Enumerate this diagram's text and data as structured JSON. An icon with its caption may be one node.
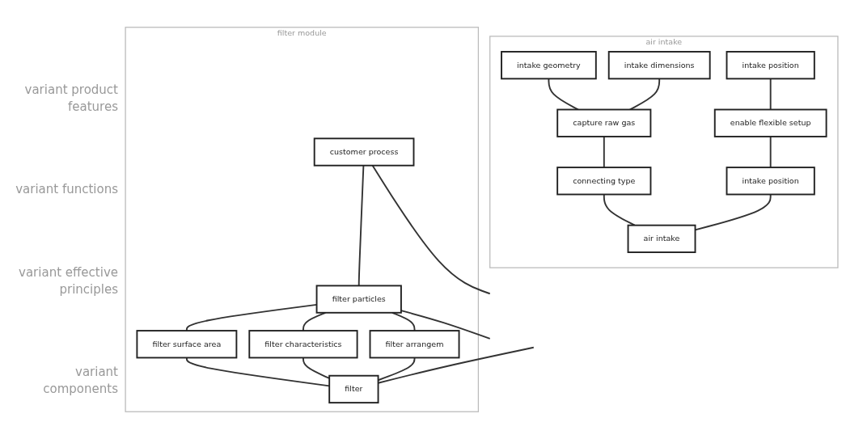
{
  "diagram": {
    "nodes": [
      {
        "text": [
          "air intake"
        ]
      },
      {
        "text": [
          "intake geometry"
        ],
        "in": 0
      },
      {
        "text": [
          "intake dimensions"
        ],
        "in": 0
      },
      {
        "text": [
          "intake position"
        ],
        "in": 0
      },
      {
        "text": [
          "capture raw gas"
        ],
        "in": 0
      },
      {
        "text": [
          "enable flexible setup"
        ],
        "in": 0
      },
      {
        "text": [
          "connecting type"
        ],
        "in": 0
      },
      {
        "text": [
          "intake position"
        ],
        "in": 0
      },
      {
        "text": [
          "air intake"
        ],
        "in": 0
      },
      {
        "text": [
          "filter module"
        ]
      },
      {
        "text": [
          "customer process"
        ],
        "in": 9
      },
      {
        "text": [
          "filter particles"
        ],
        "in": 9
      },
      {
        "text": [
          "filter surface area"
        ],
        "in": 9
      },
      {
        "text": [
          "filter characteristics"
        ],
        "in": 9
      },
      {
        "text": [
          "filter arrangem"
        ],
        "in": 9
      },
      {
        "text": [
          "filter"
        ],
        "in": 9
      }
    ],
    "edges": [
      {
        "from": 1,
        "to": 4,
        "arrow": "none"
      },
      {
        "from": 2,
        "to": 4,
        "arrow": "none"
      },
      {
        "from": 3,
        "to": 5,
        "arrow": "none"
      },
      {
        "from": 4,
        "to": 6,
        "arrow": "none"
      },
      {
        "from": 5,
        "to": 7,
        "arrow": "none"
      },
      {
        "from": 6,
        "to": 8,
        "arrow": "none"
      },
      {
        "from": 7,
        "to": 8,
        "arrow": "none"
      },
      {
        "from": 10,
        "to": 11,
        "arrow": "none"
      },
      {
        "from": 10,
        "to": null,
        "arrow": "none"
      },
      {
        "from": 11,
        "to": 12,
        "arrow": "none"
      },
      {
        "from": 11,
        "to": 13,
        "arrow": "none"
      },
      {
        "from": 11,
        "to": 14,
        "arrow": "none"
      },
      {
        "from": 11,
        "to": null,
        "arrow": "none"
      },
      {
        "from": 12,
        "to": 15,
        "arrow": "none"
      },
      {
        "from": 13,
        "to": 15,
        "arrow": "none"
      },
      {
        "from": 14,
        "to": 15,
        "arrow": "none"
      },
      {
        "from": null,
        "to": 15,
        "arrow": "none"
      }
    ],
    "labels": [
      "variant product features",
      "variant functions",
      "variant effective principles",
      "variant components"
    ]
  }
}
